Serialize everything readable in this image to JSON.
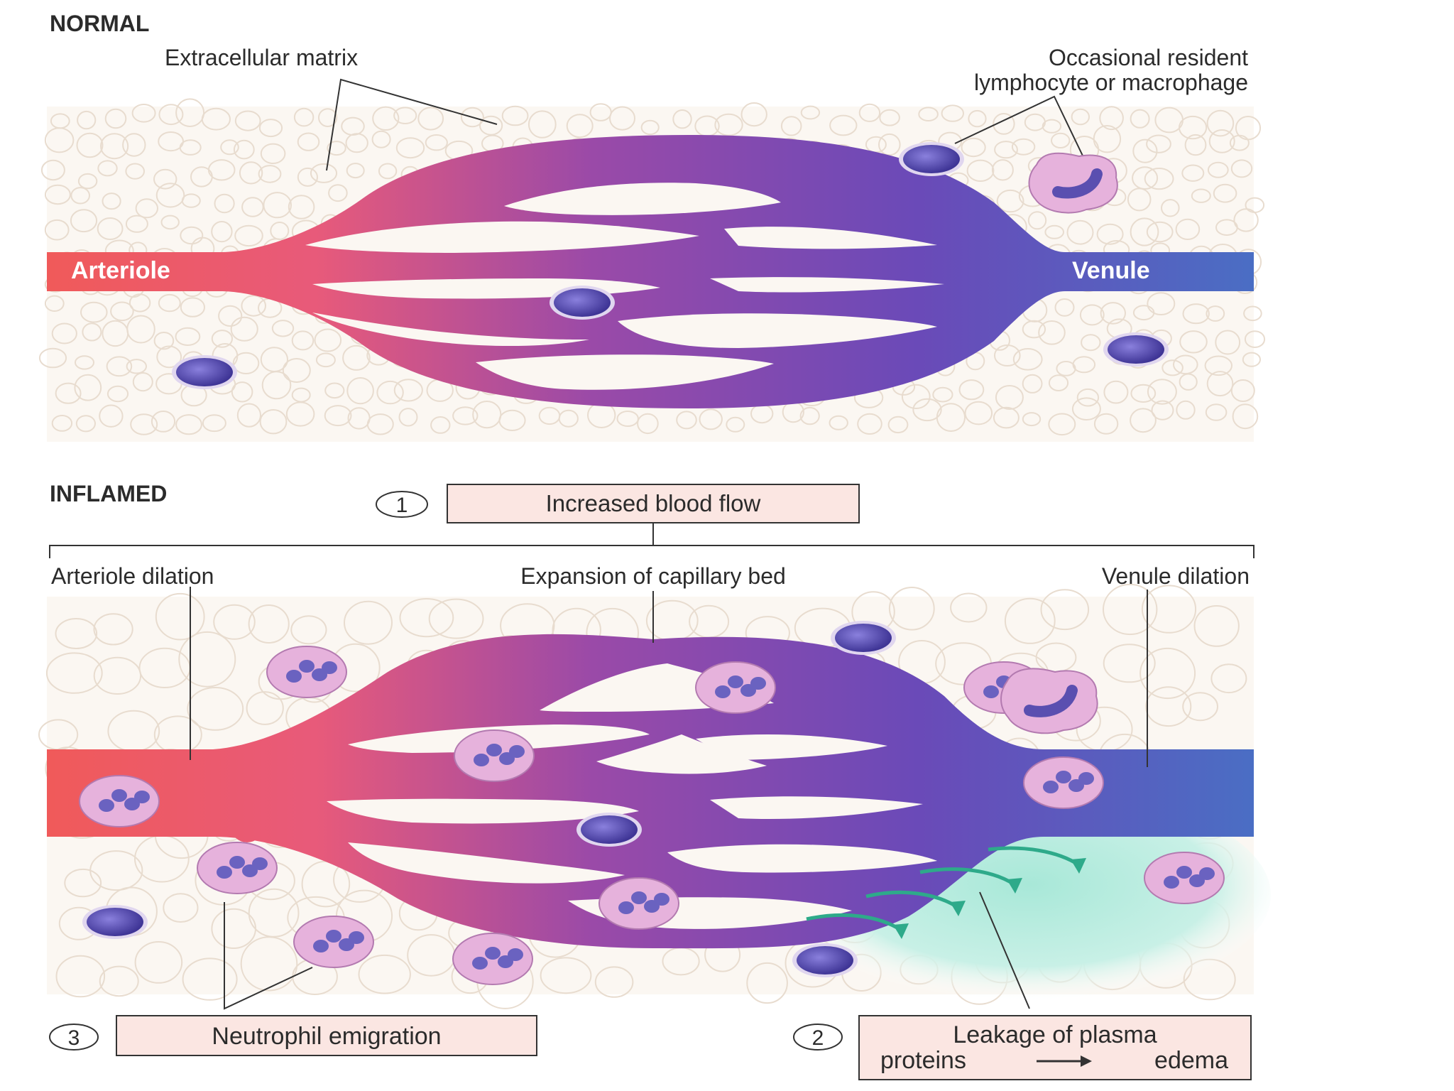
{
  "normal": {
    "heading": "NORMAL",
    "extracellular_matrix": "Extracellular matrix",
    "resident_line1": "Occasional resident",
    "resident_line2": "lymphocyte or macrophage",
    "arteriole": "Arteriole",
    "venule": "Venule"
  },
  "inflamed": {
    "heading": "INFLAMED",
    "step1_num": "1",
    "step1": "Increased blood flow",
    "arteriole_dilation": "Arteriole dilation",
    "capillary_expansion": "Expansion of capillary bed",
    "venule_dilation": "Venule dilation",
    "step3_num": "3",
    "step3": "Neutrophil emigration",
    "step2_num": "2",
    "step2_line1": "Leakage of plasma",
    "step2_line2_a": "proteins",
    "step2_line2_b": "edema"
  },
  "colors": {
    "arteriole": "#f05a5a",
    "venule": "#4a6ec4",
    "capillary_mid": "#8a4aa8",
    "lymphocyte": "#5a4fb0",
    "neutrophil": "#e6b2dc",
    "edema": "#b8ece0",
    "label_box": "#fbe6e2"
  }
}
